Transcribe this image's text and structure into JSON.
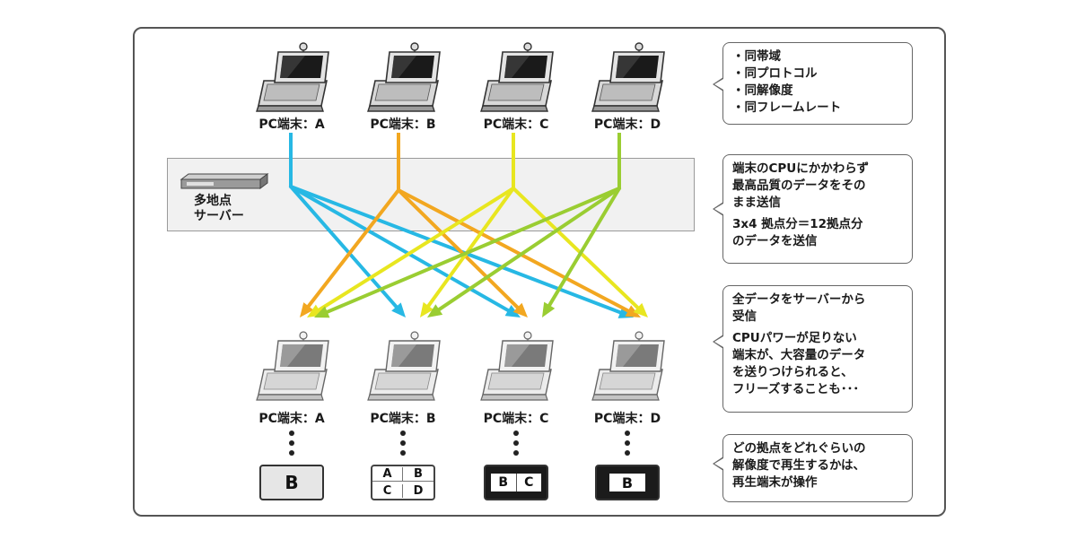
{
  "top_pcs": [
    {
      "label": "PC端末：A",
      "color": "#27b8e4"
    },
    {
      "label": "PC端末：B",
      "color": "#f2a720"
    },
    {
      "label": "PC端末：C",
      "color": "#e8e620"
    },
    {
      "label": "PC端末：D",
      "color": "#9acd32"
    }
  ],
  "bottom_pcs": [
    {
      "label": "PC端末：A"
    },
    {
      "label": "PC端末：B"
    },
    {
      "label": "PC端末：C"
    },
    {
      "label": "PC端末：D"
    }
  ],
  "server": {
    "label_line1": "多地点",
    "label_line2": "サーバー"
  },
  "screens": {
    "a": {
      "cells": [
        "B"
      ]
    },
    "b": {
      "cells": [
        "A",
        "B",
        "C",
        "D"
      ]
    },
    "c": {
      "cells": [
        "B",
        "C"
      ]
    },
    "d": {
      "cells": [
        "B"
      ]
    }
  },
  "notes": {
    "n1": {
      "lines": [
        "・同帯域",
        "・同プロトコル",
        "・同解像度",
        "・同フレームレート"
      ]
    },
    "n2": {
      "lines": [
        "端末のCPUにかかわらず",
        "最高品質のデータをその",
        "まま送信"
      ],
      "lines2": [
        "3x4 拠点分＝12拠点分",
        "のデータを送信"
      ]
    },
    "n3": {
      "lines": [
        "全データをサーバーから",
        "受信"
      ],
      "lines2": [
        "CPUパワーが足りない",
        "端末が、大容量のデータ",
        "を送りつけられると、",
        "フリーズすることも･･･"
      ]
    },
    "n4": {
      "lines": [
        "どの拠点をどれぐらいの",
        "解像度で再生するかは、",
        "再生端末が操作"
      ]
    }
  }
}
